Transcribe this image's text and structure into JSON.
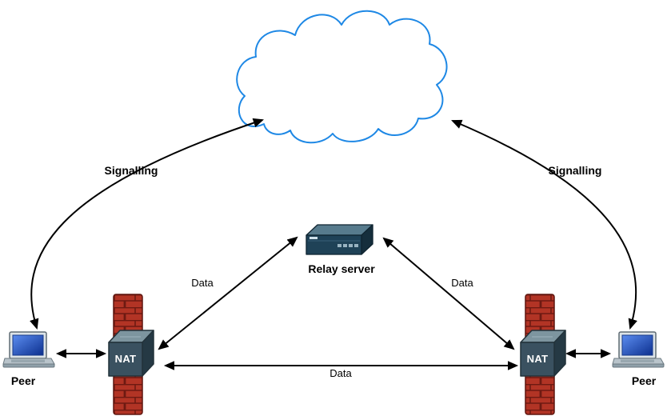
{
  "nodes": {
    "cloud": {
      "icon": "cloud-icon"
    },
    "relay_server": {
      "label": "Relay server",
      "icon": "server-icon"
    },
    "nat_left": {
      "label": "NAT",
      "icon": "nat-cube-icon"
    },
    "nat_right": {
      "label": "NAT",
      "icon": "nat-cube-icon"
    },
    "firewall_left": {
      "icon": "firewall-icon"
    },
    "firewall_right": {
      "icon": "firewall-icon"
    },
    "peer_left": {
      "label": "Peer",
      "icon": "laptop-icon"
    },
    "peer_right": {
      "label": "Peer",
      "icon": "laptop-icon"
    }
  },
  "edges": {
    "signalling_left": {
      "label": "Signalling",
      "from": "peer_left",
      "to": "cloud",
      "style": "curved-double-arrow"
    },
    "signalling_right": {
      "label": "Signalling",
      "from": "peer_right",
      "to": "cloud",
      "style": "curved-double-arrow"
    },
    "peer_nat_left": {
      "label": "",
      "from": "peer_left",
      "to": "nat_left",
      "style": "double-arrow"
    },
    "peer_nat_right": {
      "label": "",
      "from": "peer_right",
      "to": "nat_right",
      "style": "double-arrow"
    },
    "data_left": {
      "label": "Data",
      "from": "nat_left",
      "to": "relay_server",
      "style": "double-arrow"
    },
    "data_right": {
      "label": "Data",
      "from": "nat_right",
      "to": "relay_server",
      "style": "double-arrow"
    },
    "data_bottom": {
      "label": "Data",
      "from": "nat_left",
      "to": "nat_right",
      "style": "double-arrow"
    }
  },
  "colors": {
    "background": "#ffffff",
    "cloud_stroke": "#1e88e5",
    "arrow": "#000000",
    "label_text": "#000000",
    "nat_text": "#ffffff",
    "brick_fill": "#b23425",
    "brick_mortar": "#6e1a12",
    "cube_front": "#3a5160",
    "cube_top": "#7d959f",
    "cube_side": "#253944",
    "server_front": "#1f4257",
    "server_top": "#577b8d",
    "laptop_screen": "#2c5bd6"
  }
}
